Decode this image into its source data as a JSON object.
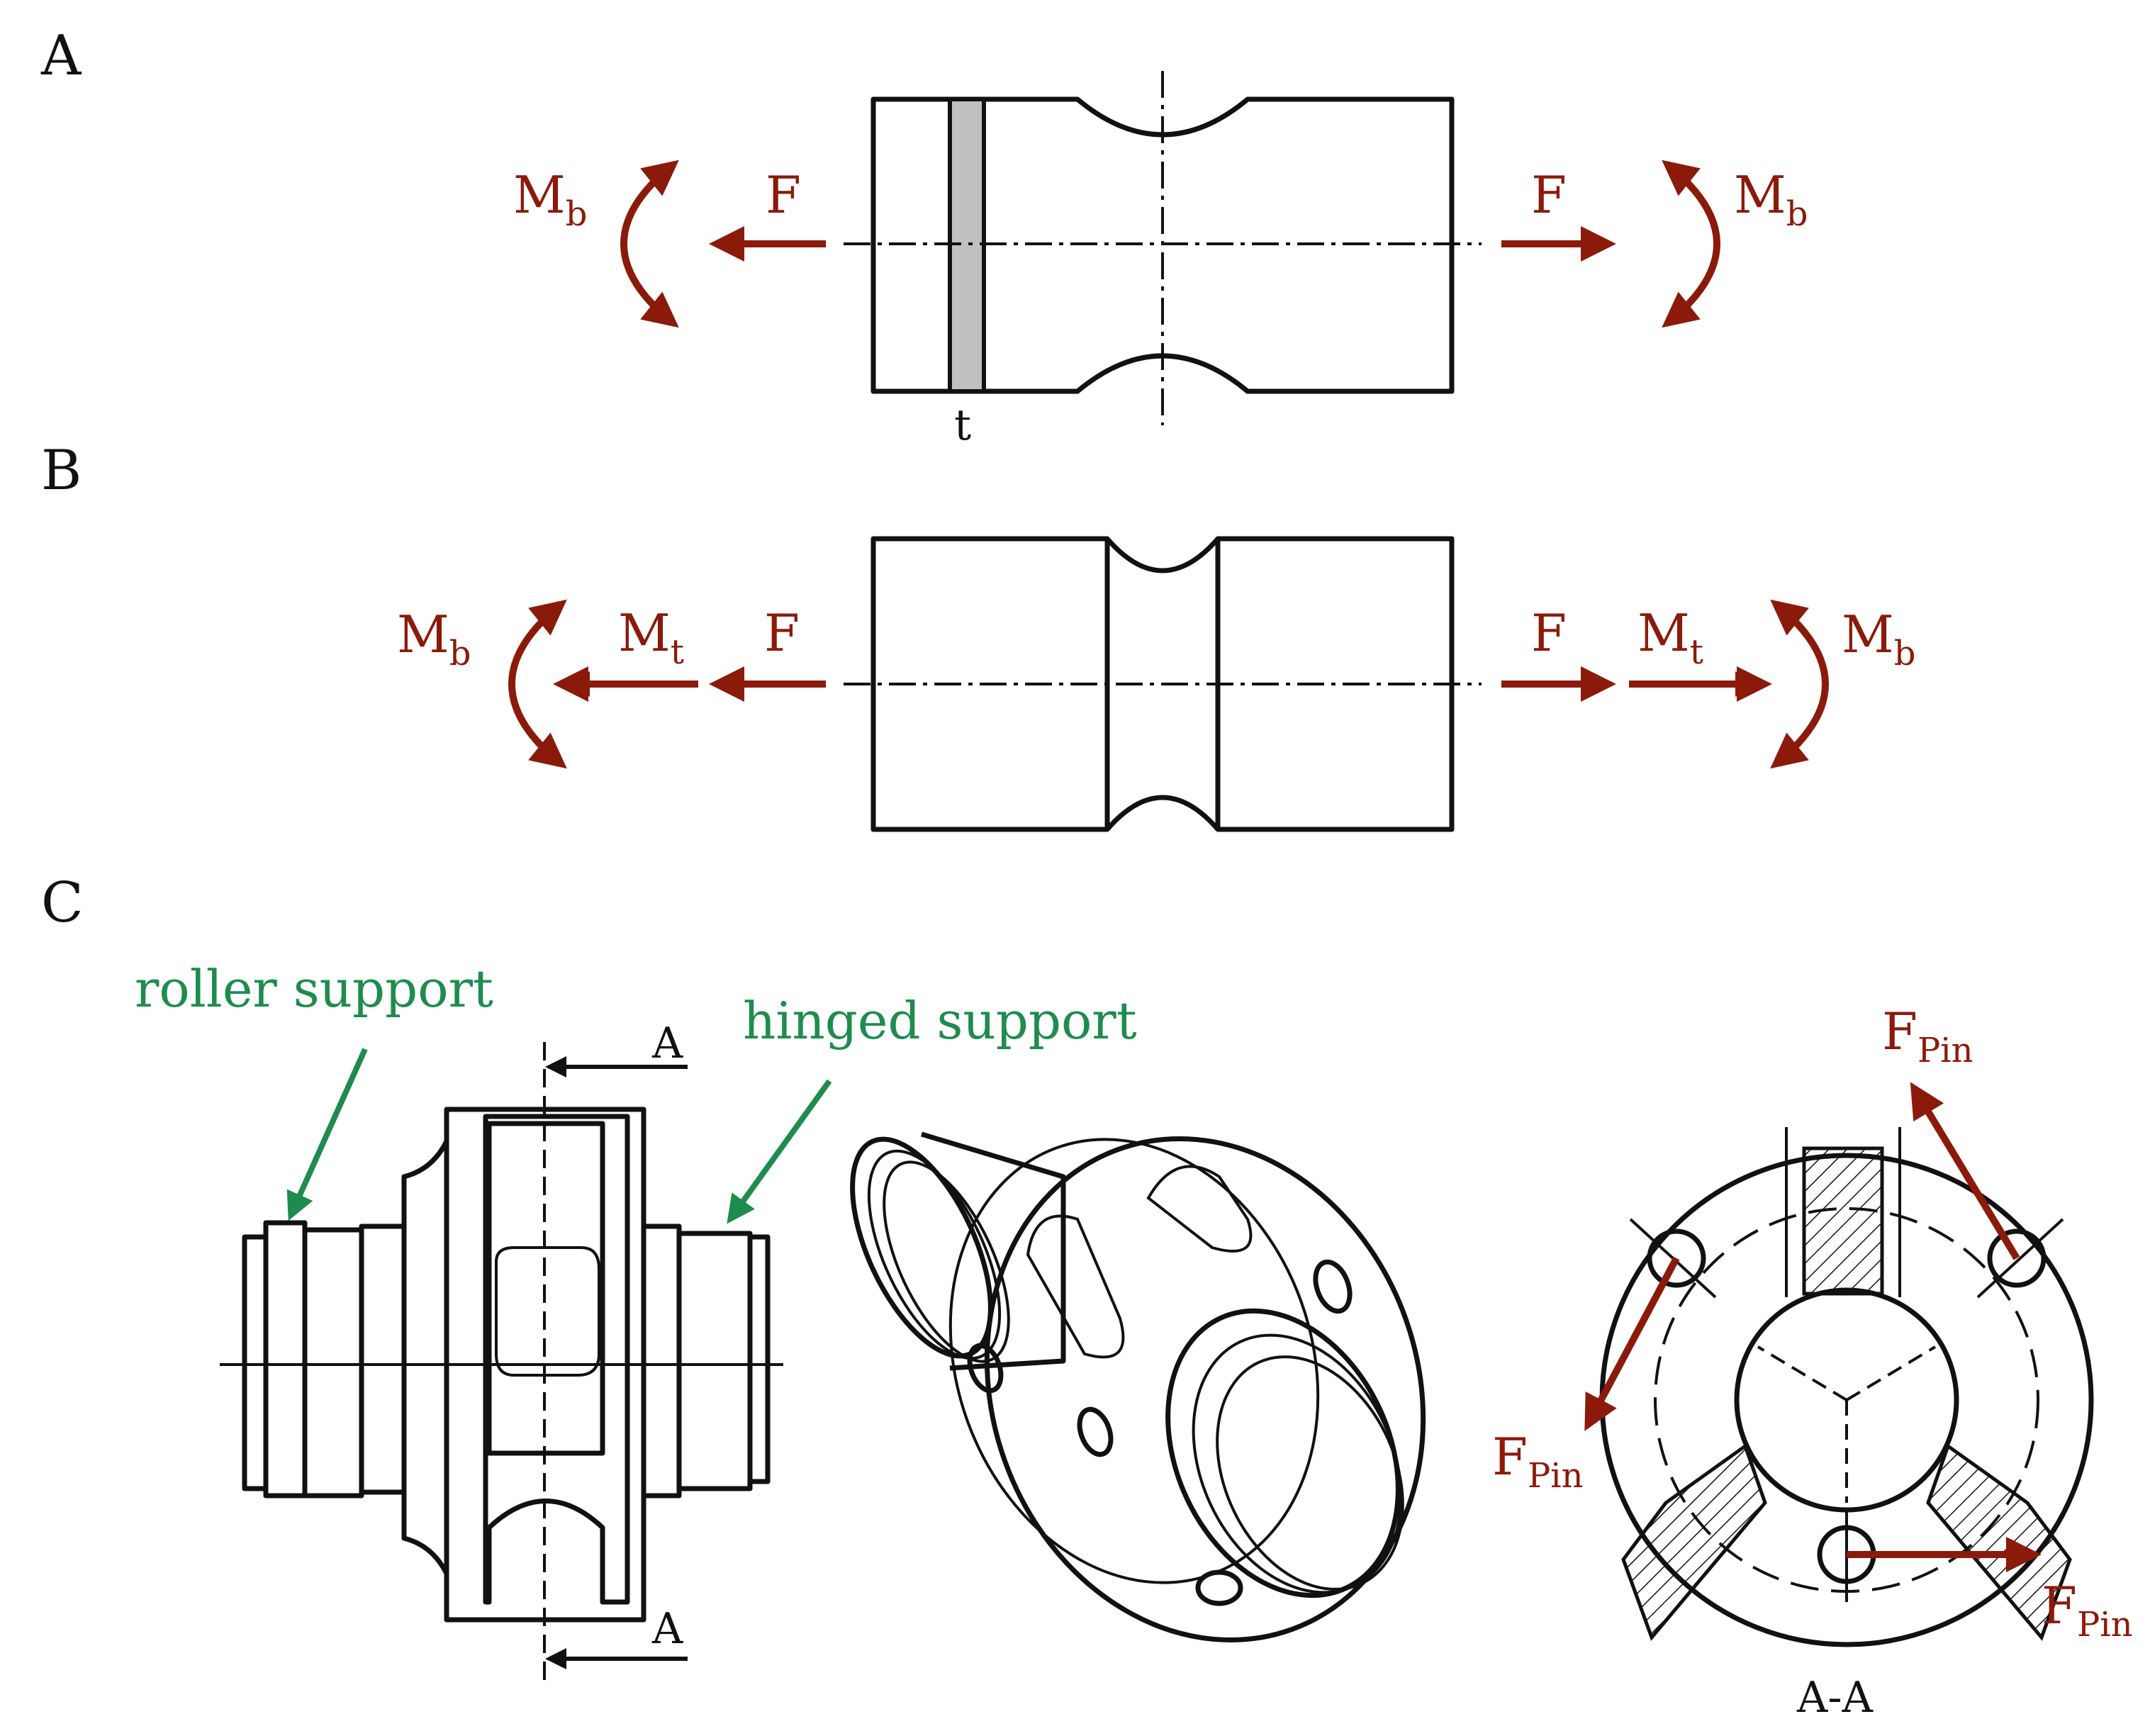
{
  "panels": {
    "a": "A",
    "b": "B",
    "c": "C"
  },
  "panel_a": {
    "force_left": "F",
    "force_right": "F",
    "moment_symbol": "M",
    "moment_subscript": "b",
    "thickness_label": "t"
  },
  "panel_b": {
    "force_left": "F",
    "force_right": "F",
    "bending_symbol": "M",
    "bending_subscript": "b",
    "torsion_symbol": "M",
    "torsion_subscript": "t"
  },
  "panel_c": {
    "roller_support": "roller support",
    "hinged_support": "hinged support",
    "section_marker_top": "A",
    "section_marker_bottom": "A",
    "section_label": "A-A",
    "pin_force_symbol": "F",
    "pin_force_subscript": "Pin"
  },
  "colors": {
    "load": "#8b1a0a",
    "support": "#1e8c4e",
    "outline": "#111111",
    "hatch_section": "#c0c0c0"
  }
}
